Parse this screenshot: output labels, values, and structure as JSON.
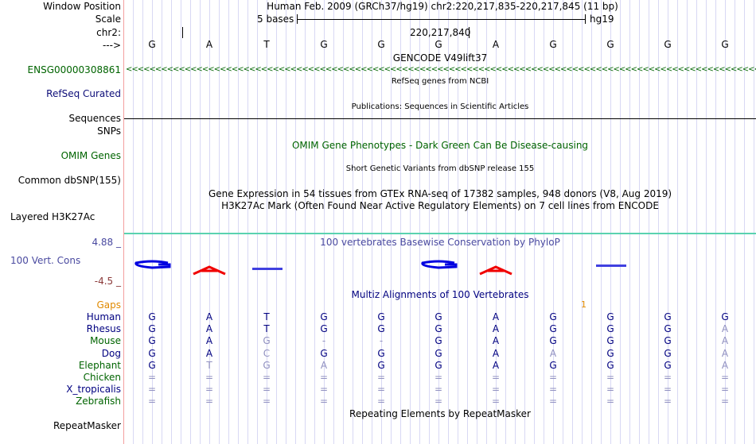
{
  "labels": {
    "window_position": "Window Position",
    "scale": "Scale",
    "chr": "chr2:",
    "strand": "--->",
    "gencode_gene": "ENSG00000308861",
    "refseq": "RefSeq Curated",
    "sequences": "Sequences",
    "snps": "SNPs",
    "omim": "OMIM Genes",
    "dbsnp": "Common dbSNP(155)",
    "h3k27ac": "Layered H3K27Ac",
    "cons_max": "4.88 _",
    "cons": "100 Vert. Cons",
    "cons_min": "-4.5 _",
    "gaps": "Gaps",
    "repeatmasker": "RepeatMasker"
  },
  "header": {
    "assembly_position": "Human Feb. 2009 (GRCh37/hg19)   chr2:220,217,835-220,217,845 (11 bp)",
    "scale_text": "5 bases",
    "scale_db": "hg19",
    "coordinate": "220,217,840"
  },
  "bases": [
    "G",
    "A",
    "T",
    "G",
    "G",
    "G",
    "A",
    "G",
    "G",
    "G",
    "G"
  ],
  "titles": {
    "gencode": "GENCODE V49lift37",
    "refseq": "RefSeq genes from NCBI",
    "publications": "Publications: Sequences in Scientific Articles",
    "omim": "OMIM Gene Phenotypes - Dark Green Can Be Disease-causing",
    "dbsnp": "Short Genetic Variants from dbSNP release 155",
    "gtex": "Gene Expression in 54 tissues from GTEx RNA-seq of 17382 samples, 948 donors (V8, Aug 2019)",
    "h3k27ac": "H3K27Ac Mark (Often Found Near Active Regulatory Elements) on 7 cell lines from ENCODE",
    "phylop": "100 vertebrates Basewise Conservation by PhyloP",
    "multiz": "Multiz Alignments of 100 Vertebrates",
    "repeatmasker": "Repeating Elements by RepeatMasker"
  },
  "gaps_value": "1",
  "conservation_logo": [
    "G",
    "A",
    "-",
    "",
    "",
    "G",
    "A",
    "",
    "-",
    "",
    ""
  ],
  "species": [
    {
      "name": "Human",
      "color": "#000080",
      "bases": [
        "G",
        "A",
        "T",
        "G",
        "G",
        "G",
        "A",
        "G",
        "G",
        "G",
        "G"
      ],
      "faint": []
    },
    {
      "name": "Rhesus",
      "color": "#000080",
      "bases": [
        "G",
        "A",
        "T",
        "G",
        "G",
        "G",
        "A",
        "G",
        "G",
        "G",
        "A"
      ],
      "faint": [
        10
      ]
    },
    {
      "name": "Mouse",
      "color": "#006400",
      "bases": [
        "G",
        "A",
        "G",
        "-",
        "-",
        "G",
        "A",
        "G",
        "G",
        "G",
        "A"
      ],
      "faint": [
        2,
        3,
        4,
        10
      ]
    },
    {
      "name": "Dog",
      "color": "#000080",
      "bases": [
        "G",
        "A",
        "C",
        "G",
        "G",
        "G",
        "A",
        "A",
        "G",
        "G",
        "A"
      ],
      "faint": [
        2,
        7,
        10
      ]
    },
    {
      "name": "Elephant",
      "color": "#006400",
      "bases": [
        "G",
        "T",
        "G",
        "A",
        "G",
        "G",
        "A",
        "G",
        "G",
        "G",
        "A"
      ],
      "faint": [
        1,
        2,
        3,
        10
      ]
    },
    {
      "name": "Chicken",
      "color": "#006400",
      "bases": [
        "=",
        "=",
        "=",
        "=",
        "=",
        "=",
        "=",
        "=",
        "=",
        "=",
        "="
      ],
      "faint": [
        0,
        1,
        2,
        3,
        4,
        5,
        6,
        7,
        8,
        9,
        10
      ]
    },
    {
      "name": "X_tropicalis",
      "color": "#000080",
      "bases": [
        "=",
        "=",
        "=",
        "=",
        "=",
        "=",
        "=",
        "=",
        "=",
        "=",
        "="
      ],
      "faint": [
        0,
        1,
        2,
        3,
        4,
        5,
        6,
        7,
        8,
        9,
        10
      ]
    },
    {
      "name": "Zebrafish",
      "color": "#006400",
      "bases": [
        "=",
        "=",
        "=",
        "=",
        "=",
        "=",
        "=",
        "=",
        "=",
        "=",
        "="
      ],
      "faint": [
        0,
        1,
        2,
        3,
        4,
        5,
        6,
        7,
        8,
        9,
        10
      ]
    }
  ],
  "colors": {
    "gene_green": "#006400",
    "refseq_blue": "#0c0c78",
    "cons_blue": "#4a4aa0",
    "cons_min": "#8b3a3a",
    "gaps": "#e08a00",
    "teal": "#5ad2b0"
  }
}
